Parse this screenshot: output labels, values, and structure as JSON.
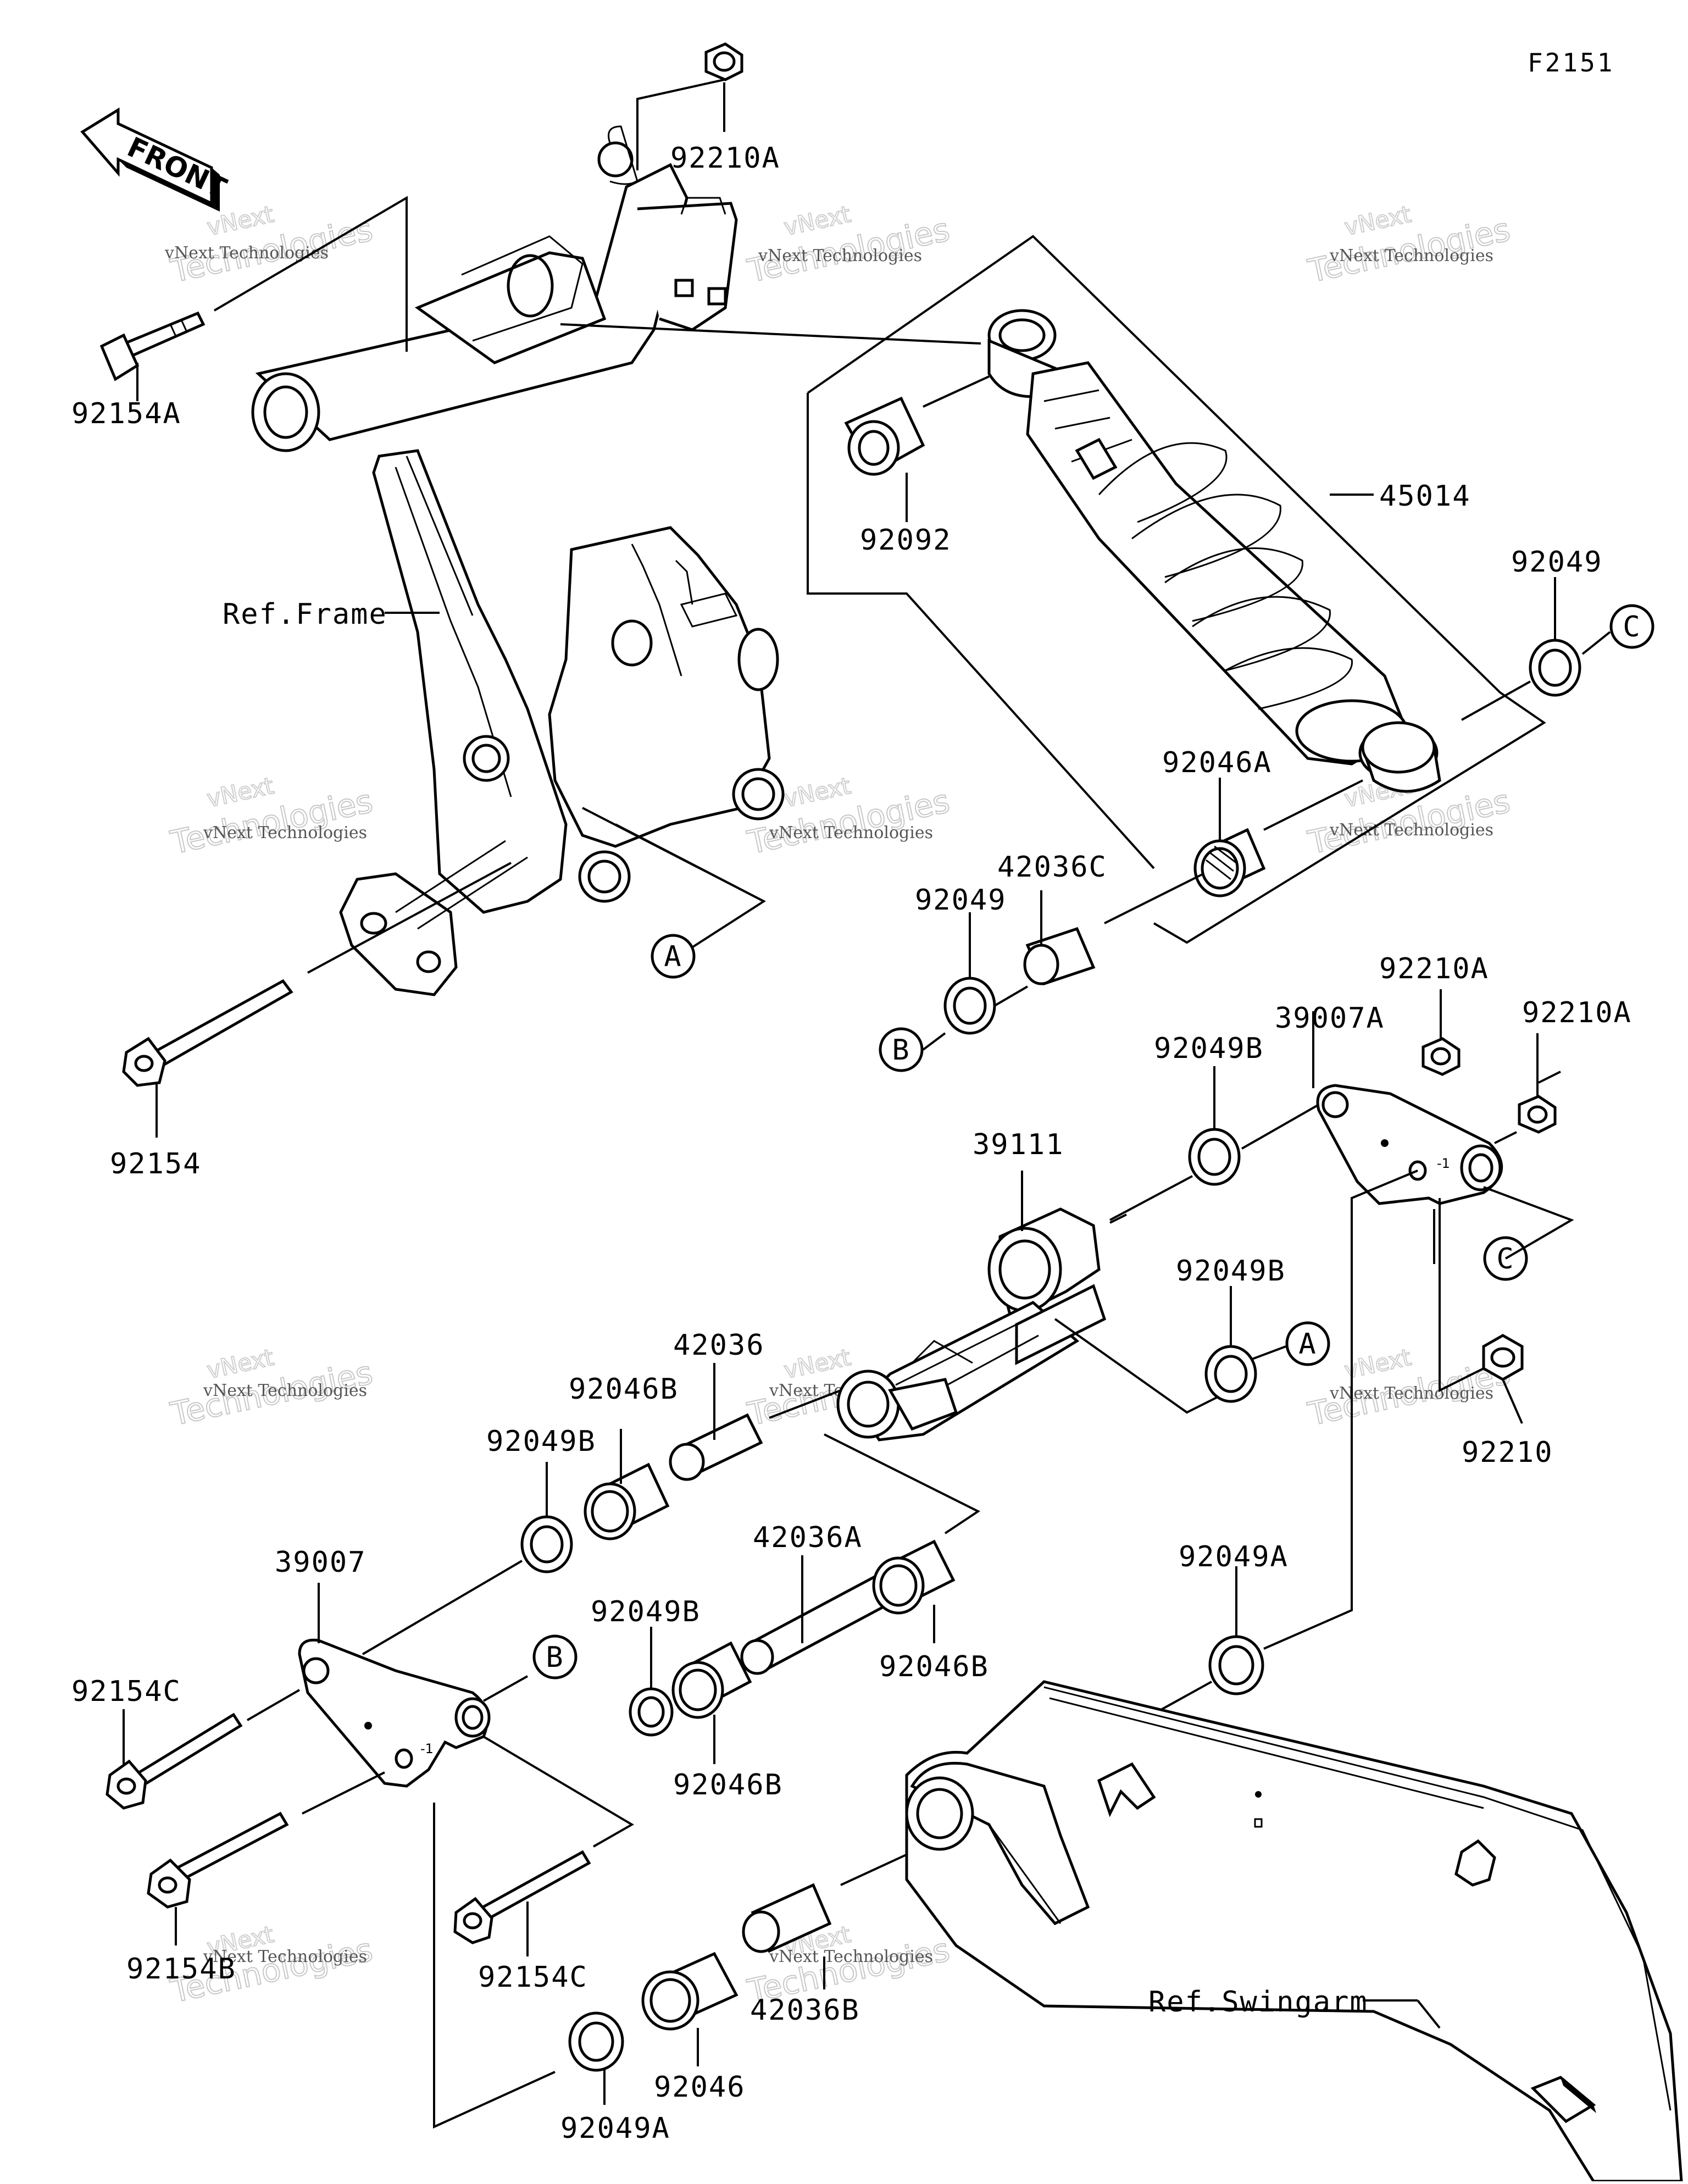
{
  "figure_code": "F2151",
  "front_label": "FRONT",
  "ref_labels": {
    "frame": "Ref.Frame",
    "swingarm": "Ref.Swingarm"
  },
  "callouts": {
    "a1": "A",
    "a2": "A",
    "b1": "B",
    "b2": "B",
    "c1": "C",
    "c2": "C"
  },
  "part_labels": {
    "p92210A_top": "92210A",
    "p92154A": "92154A",
    "p92092": "92092",
    "p45014": "45014",
    "p92049_right": "92049",
    "p92046A": "92046A",
    "p42036C": "42036C",
    "p92049_left": "92049",
    "p92154": "92154",
    "p92210A_mid": "92210A",
    "p92210A_right": "92210A",
    "p39007A": "39007A",
    "p92049B_top": "92049B",
    "p39111": "39111",
    "p92049B_mid": "92049B",
    "p92210": "92210",
    "p42036": "42036",
    "p92046B_top": "92046B",
    "p92049B_left": "92049B",
    "p42036A": "42036A",
    "p39007": "39007",
    "p92154C_left": "92154C",
    "p92049B_low": "92049B",
    "p92046B_right": "92046B",
    "p92049A_right": "92049A",
    "p92046B_low": "92046B",
    "p92154B": "92154B",
    "p92154C_low": "92154C",
    "p42036B": "42036B",
    "p92046": "92046",
    "p92049A_low": "92049A"
  },
  "watermark": {
    "line1": "vNext Technologies",
    "line2": "Technologies",
    "line3": "vNext"
  }
}
